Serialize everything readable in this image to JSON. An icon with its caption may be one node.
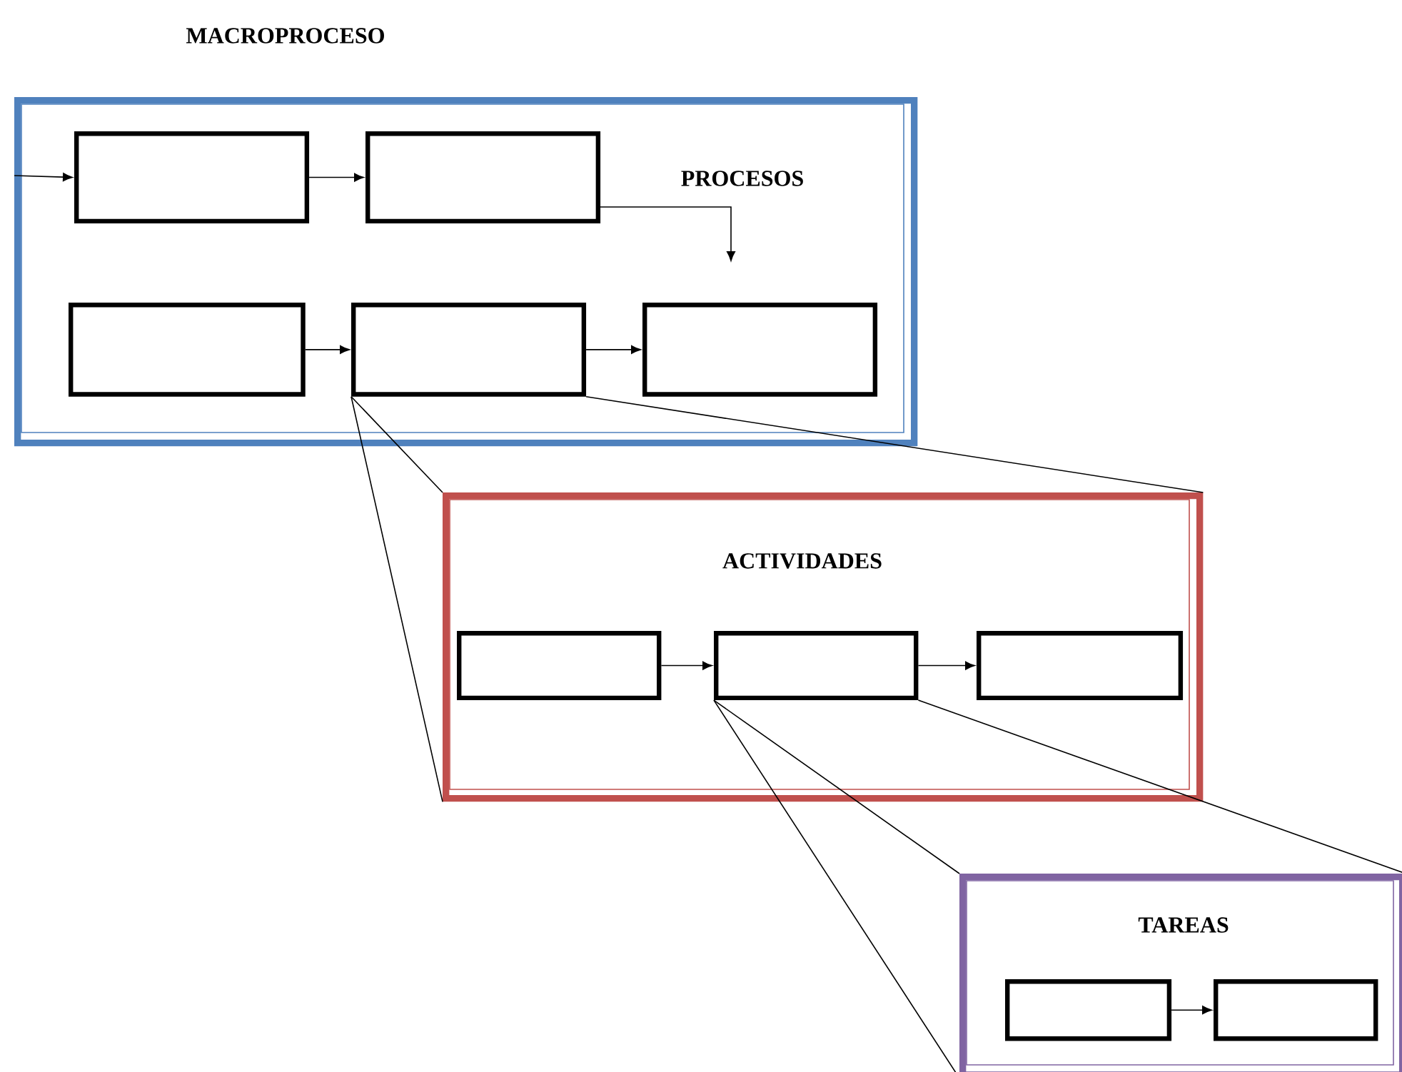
{
  "diagram": {
    "nodes": [
      {
        "text": [
          "MACROPROCESO",
          "PROCESOS"
        ]
      },
      {
        "text": [],
        "shape": "box",
        "in": 0
      },
      {
        "text": [],
        "shape": "box",
        "in": 0
      },
      {
        "text": [],
        "shape": "box",
        "in": 0
      },
      {
        "text": [],
        "shape": "box",
        "in": 0
      },
      {
        "text": [],
        "shape": "box",
        "in": 0
      },
      {
        "text": [
          "ACTIVIDADES"
        ]
      },
      {
        "text": [],
        "shape": "box",
        "in": 6
      },
      {
        "text": [],
        "shape": "box",
        "in": 6
      },
      {
        "text": [],
        "shape": "box",
        "in": 6
      },
      {
        "text": [
          "TAREAS"
        ]
      },
      {
        "text": [],
        "shape": "box",
        "in": 10
      },
      {
        "text": [],
        "shape": "box",
        "in": 10
      }
    ],
    "edges": [
      {
        "from": null,
        "to": 1,
        "arrow": "to"
      },
      {
        "from": 1,
        "to": 2,
        "arrow": "to"
      },
      {
        "from": 2,
        "to": 5,
        "arrow": "to"
      },
      {
        "from": 3,
        "to": 4,
        "arrow": "to"
      },
      {
        "from": 4,
        "to": 5,
        "arrow": "to"
      },
      {
        "from": 4,
        "to": 6,
        "arrow": "none"
      },
      {
        "from": 4,
        "to": 6,
        "arrow": "none"
      },
      {
        "from": 4,
        "to": 6,
        "arrow": "none"
      },
      {
        "from": 7,
        "to": 8,
        "arrow": "to"
      },
      {
        "from": 8,
        "to": 9,
        "arrow": "to"
      },
      {
        "from": 8,
        "to": 10,
        "arrow": "none"
      },
      {
        "from": 8,
        "to": 10,
        "arrow": "none"
      },
      {
        "from": 8,
        "to": 10,
        "arrow": "none"
      },
      {
        "from": 11,
        "to": 12,
        "arrow": "to"
      }
    ]
  }
}
